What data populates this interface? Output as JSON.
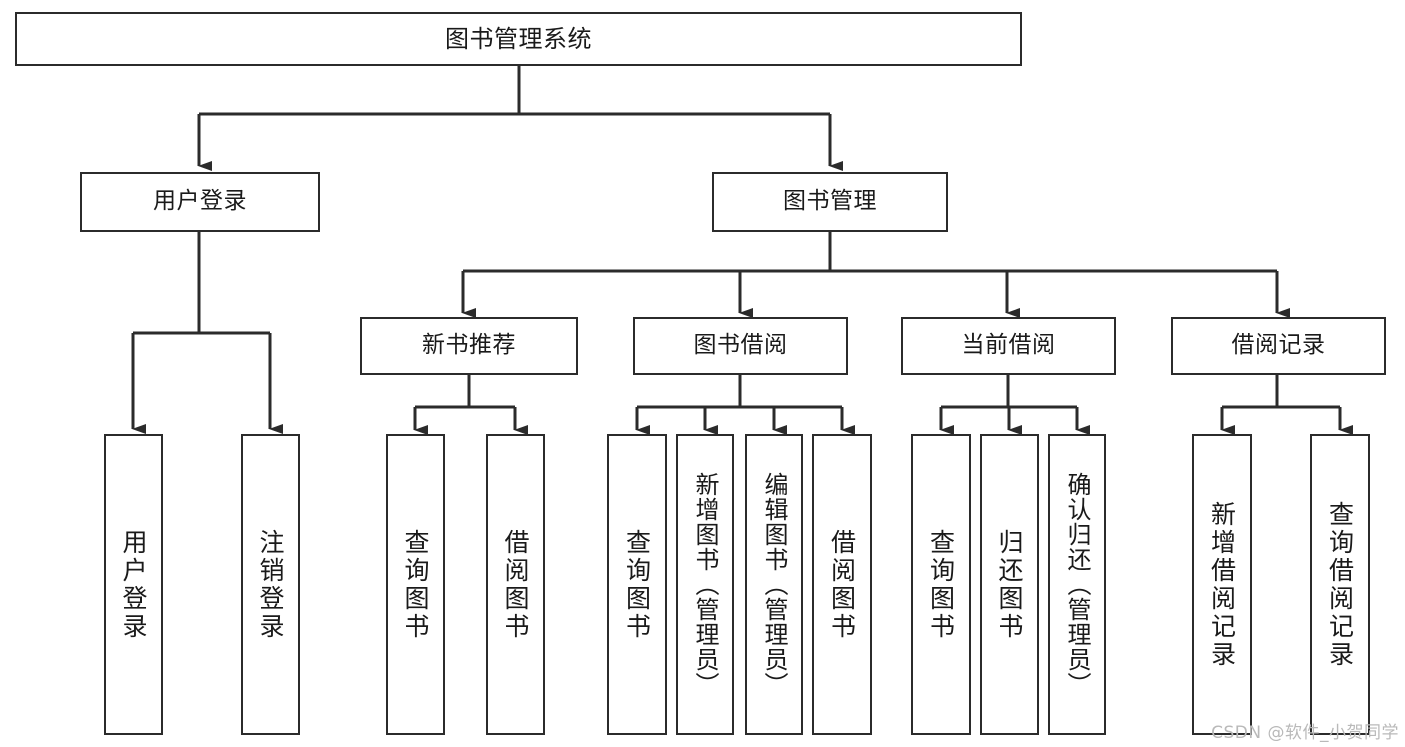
{
  "diagram": {
    "type": "tree",
    "title": "图书管理系统",
    "orientation": "top-down",
    "stroke_color": "#2b2b2b",
    "fill_color": "#ffffff",
    "text_color": "#1a1a1a",
    "nodes": {
      "root": {
        "label": "图书管理系统"
      },
      "level1": [
        {
          "label": "用户登录"
        },
        {
          "label": "图书管理"
        }
      ],
      "level2": [
        {
          "label": "新书推荐"
        },
        {
          "label": "图书借阅"
        },
        {
          "label": "当前借阅"
        },
        {
          "label": "借阅记录"
        }
      ],
      "leaves_user_login": [
        {
          "label": "用户登录"
        },
        {
          "label": "注销登录"
        }
      ],
      "leaves_new_book": [
        {
          "label": "查询图书"
        },
        {
          "label": "借阅图书"
        }
      ],
      "leaves_borrow": [
        {
          "label": "查询图书"
        },
        {
          "label": "新增图书（管理员）"
        },
        {
          "label": "编辑图书（管理员）"
        },
        {
          "label": "借阅图书"
        }
      ],
      "leaves_current": [
        {
          "label": "查询图书"
        },
        {
          "label": "归还图书"
        },
        {
          "label": "确认归还（管理员）"
        }
      ],
      "leaves_records": [
        {
          "label": "新增借阅记录"
        },
        {
          "label": "查询借阅记录"
        }
      ]
    }
  },
  "watermark": {
    "text": "CSDN @软件_小贺同学"
  }
}
